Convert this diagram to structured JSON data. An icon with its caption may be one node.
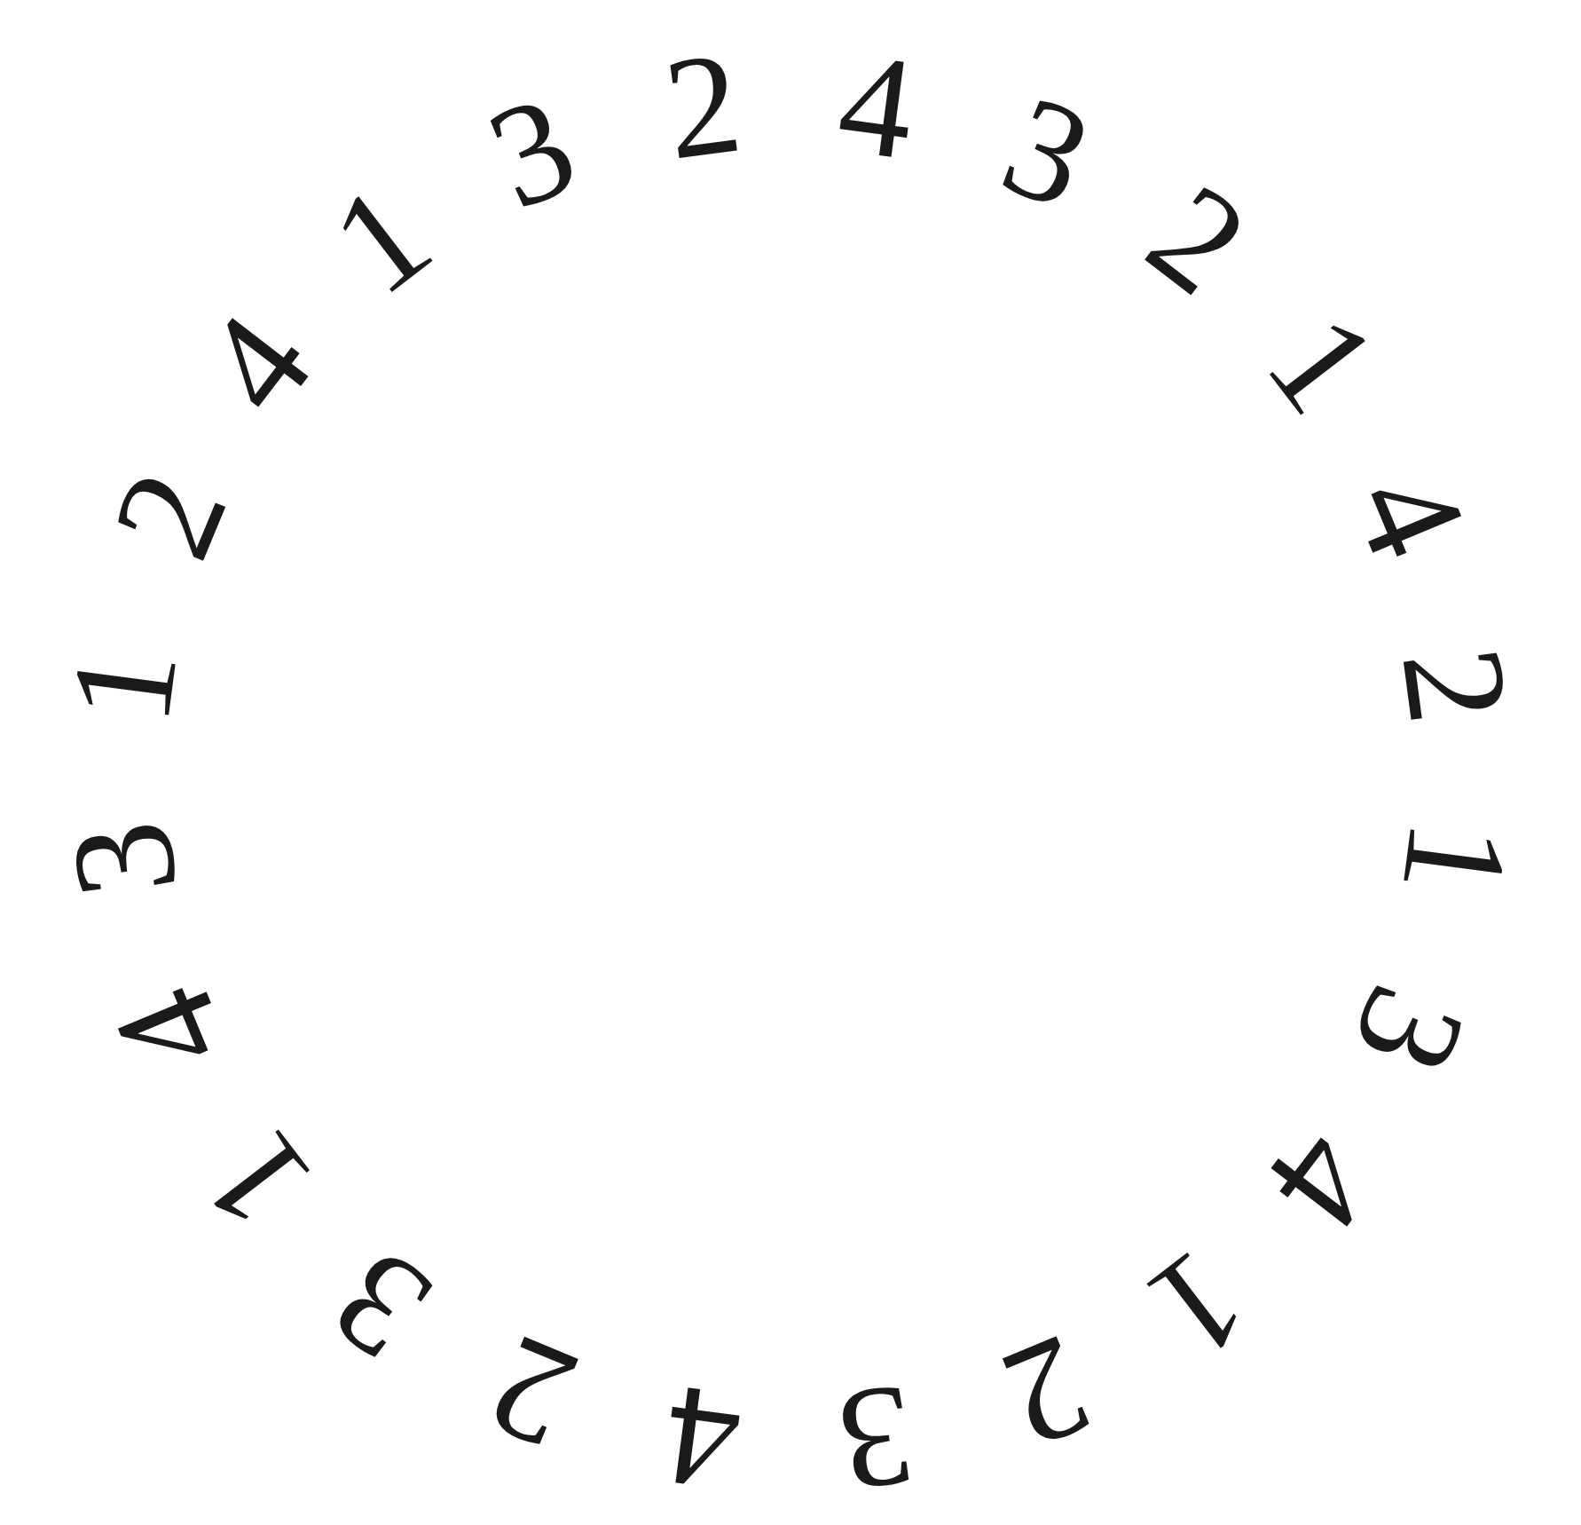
{
  "diagram": {
    "labels": [
      "2",
      "4",
      "3",
      "2",
      "1",
      "4",
      "2",
      "1",
      "3",
      "4",
      "1",
      "2",
      "3",
      "4",
      "2",
      "3",
      "1",
      "4",
      "3",
      "1",
      "2",
      "4",
      "1",
      "3"
    ]
  }
}
